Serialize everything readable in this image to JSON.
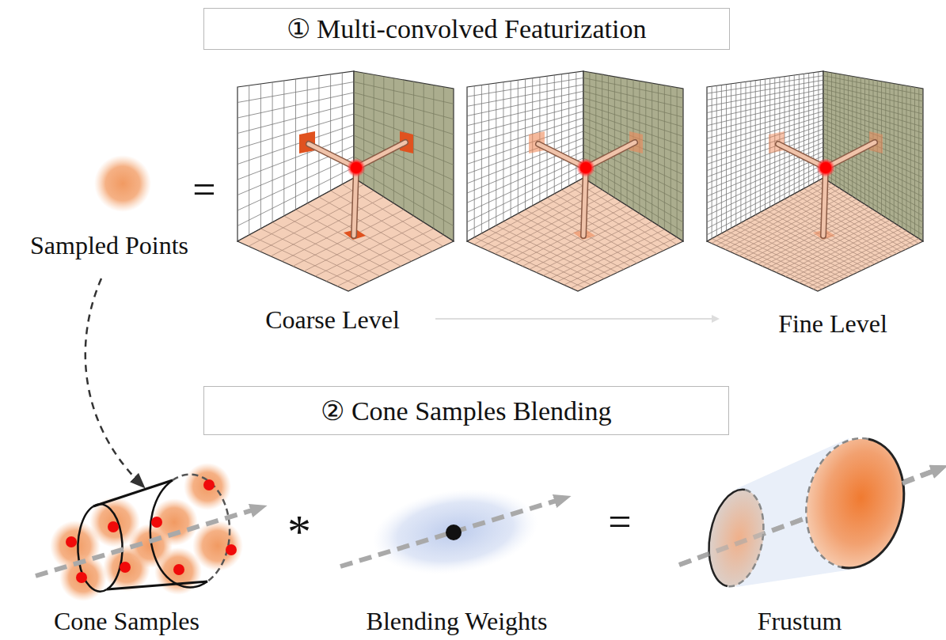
{
  "diagram": {
    "nodes": [
      {
        "text": [
          "① Multi-convolved Featurization"
        ]
      },
      {
        "text": [
          "② Cone Samples Blending"
        ]
      }
    ],
    "labels": [
      "Sampled Points",
      "=",
      "Coarse Level",
      "Fine Level",
      "Cone Samples",
      "*",
      "Blending Weights",
      "=",
      "Frustum"
    ]
  }
}
